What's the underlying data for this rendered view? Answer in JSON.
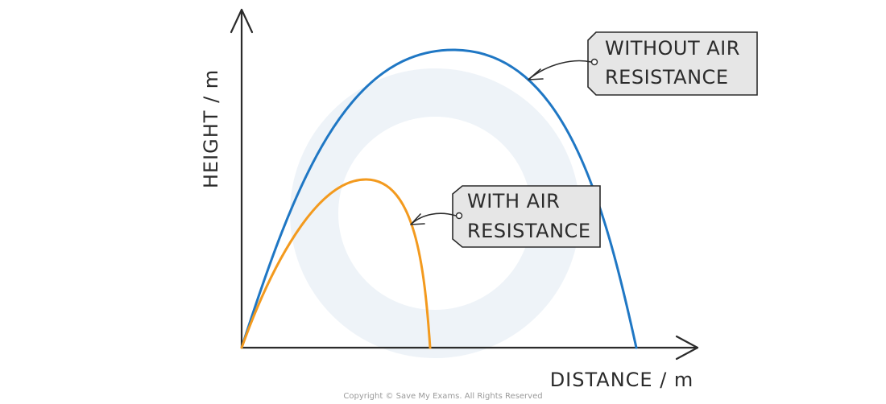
{
  "axes": {
    "y_label": "HEIGHT / m",
    "x_label": "DISTANCE / m"
  },
  "curves": [
    {
      "name": "without-air-resistance",
      "color": "#1f77c4"
    },
    {
      "name": "with-air-resistance",
      "color": "#f39a1e"
    }
  ],
  "labels": {
    "without": {
      "line1": "WITHOUT AIR",
      "line2": "RESISTANCE"
    },
    "with": {
      "line1": "WITH AIR",
      "line2": "RESISTANCE"
    }
  },
  "copyright": "Copyright © Save My Exams. All Rights Reserved"
}
